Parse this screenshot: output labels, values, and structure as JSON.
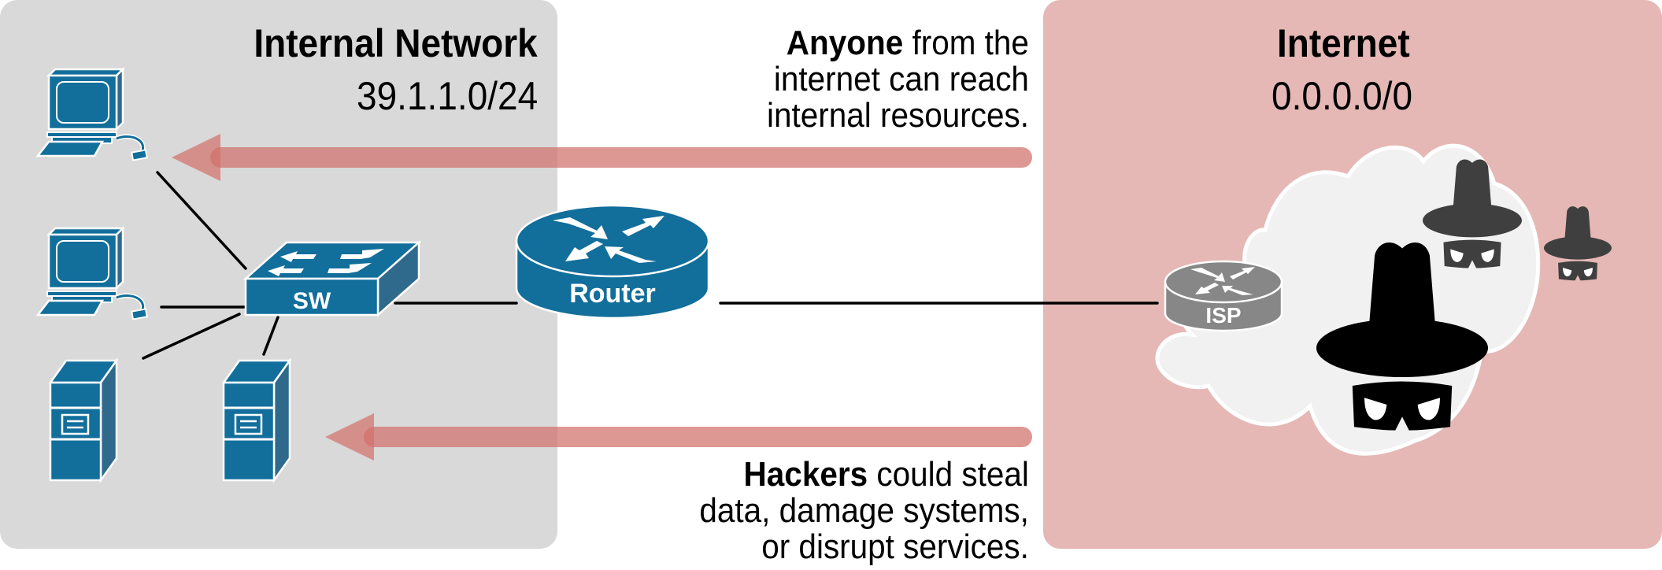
{
  "internal_network": {
    "title": "Internal Network",
    "subnet": "39.1.1.0/24",
    "panel_color": "#d9d9d9"
  },
  "internet": {
    "title": "Internet",
    "subnet": "0.0.0.0/0",
    "panel_color": "#e5b8b5"
  },
  "notes": {
    "top": {
      "bold": "Anyone",
      "rest_line1": " from the",
      "line2": "internet can reach",
      "line3": "internal resources."
    },
    "bottom": {
      "bold": "Hackers",
      "rest_line1": " could steal",
      "line2": "data, damage systems,",
      "line3": "or disrupt services."
    }
  },
  "devices": {
    "switch_label": "SW",
    "router_label": "Router",
    "isp_label": "ISP",
    "pc_count": 2,
    "server_count": 2,
    "hacker_count": 3
  },
  "icons": {
    "pc": "desktop-computer-icon",
    "server": "server-tower-icon",
    "switch": "network-switch-icon",
    "router": "router-icon",
    "isp": "isp-router-icon",
    "cloud": "cloud-icon",
    "hacker": "hacker-spy-icon"
  },
  "colors": {
    "device_blue": "#126e9b",
    "device_side": "#2f6a8c",
    "isp_gray": "#878787",
    "arrow_red": "#d2716c",
    "cloud_fill": "#f1f1f1",
    "hacker_dark": "#3f3f3f",
    "hacker_black": "#000000"
  }
}
